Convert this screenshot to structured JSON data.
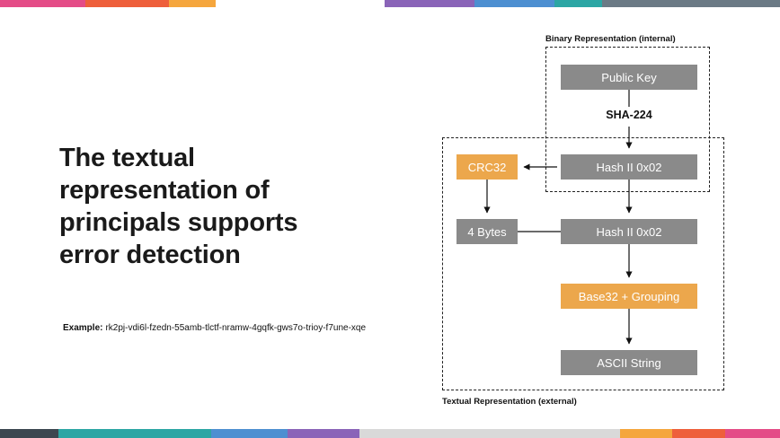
{
  "slide": {
    "title_lines": [
      "The textual",
      "representation of",
      "principals supports",
      "error detection"
    ],
    "example_label": "Example:",
    "example_value": "rk2pj-vdi6l-fzedn-55amb-tlctf-nramw-4gqfk-gws7o-trioy-f7une-xqe"
  },
  "diagram": {
    "binary_label": "Binary Representation (internal)",
    "textual_label": "Textual Representation (external)",
    "sha_label": "SHA-224",
    "nodes": {
      "public_key": "Public Key",
      "hash1": "Hash II 0x02",
      "crc32": "CRC32",
      "four_bytes": "4 Bytes",
      "hash2": "Hash II 0x02",
      "base32": "Base32 + Grouping",
      "ascii": "ASCII String"
    }
  },
  "colors": {
    "box_gray": "#8a8a8a",
    "box_orange": "#eca74c",
    "title_text": "#1a1a1a",
    "arrow": "#111111"
  },
  "stripes": {
    "top": [
      "#e44c87",
      "#ee5f3b",
      "#f5a63d",
      "#ffffff",
      "#8a64b8",
      "#4d8fd1",
      "#2ca6a4",
      "#6b7a85"
    ],
    "bottom": [
      "#3c4750",
      "#2ca6a4",
      "#4d8fd1",
      "#8a64b8",
      "#d9d9d9",
      "#f5a63d",
      "#ee5f3b",
      "#e44c87"
    ]
  }
}
